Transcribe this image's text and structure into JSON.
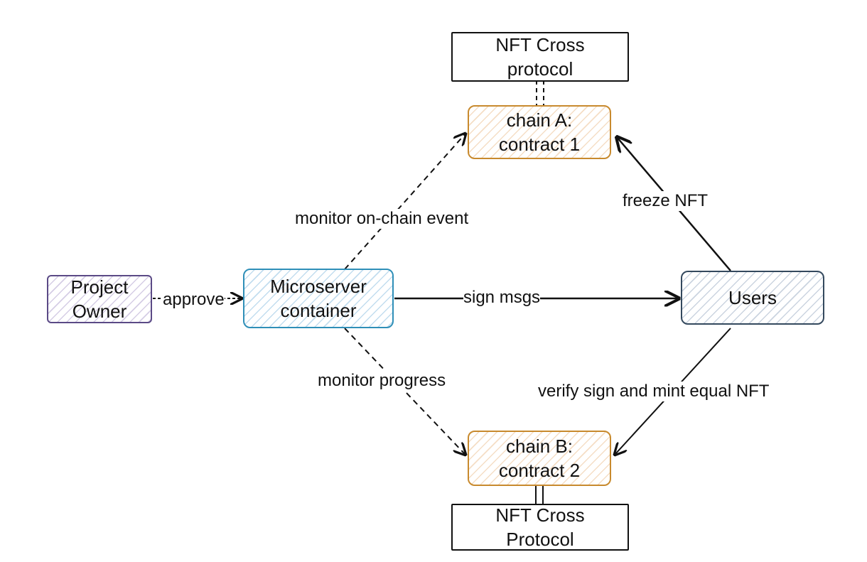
{
  "nodes": {
    "nft_cross_top": "NFT Cross protocol",
    "chain_a": "chain A: contract 1",
    "project_owner": "Project Owner",
    "microserver": "Microserver container",
    "users": "Users",
    "chain_b": "chain B: contract 2",
    "nft_cross_bottom": "NFT Cross Protocol"
  },
  "edges": {
    "monitor_event": "monitor on-chain event",
    "freeze_nft": "freeze NFT",
    "approve": "approve",
    "sign_msgs": "sign msgs",
    "monitor_progress": "monitor progress",
    "verify_mint": "verify sign and mint equal NFT"
  },
  "colors": {
    "chain_border": "#c88a2e",
    "microserver_border": "#2f8fb8",
    "owner_border": "#5b4a86",
    "users_border": "#34495e"
  }
}
